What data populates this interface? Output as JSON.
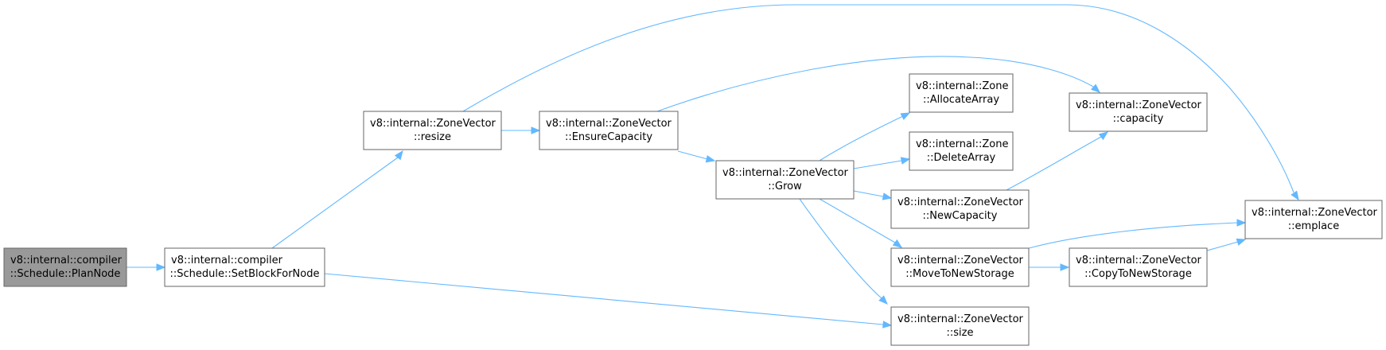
{
  "colors": {
    "edge": "#63b8ff",
    "node_border": "#666666",
    "root_fill": "#999999",
    "node_fill": "#ffffff"
  },
  "nodes": [
    {
      "id": "plannode",
      "lines": [
        "v8::internal::compiler",
        "::Schedule::PlanNode"
      ],
      "root": true
    },
    {
      "id": "setblock",
      "lines": [
        "v8::internal::compiler",
        "::Schedule::SetBlockForNode"
      ]
    },
    {
      "id": "resize",
      "lines": [
        "v8::internal::ZoneVector",
        "::resize"
      ]
    },
    {
      "id": "ensurecap",
      "lines": [
        "v8::internal::ZoneVector",
        "::EnsureCapacity"
      ]
    },
    {
      "id": "grow",
      "lines": [
        "v8::internal::ZoneVector",
        "::Grow"
      ]
    },
    {
      "id": "allocarray",
      "lines": [
        "v8::internal::Zone",
        "::AllocateArray"
      ]
    },
    {
      "id": "delarray",
      "lines": [
        "v8::internal::Zone",
        "::DeleteArray"
      ]
    },
    {
      "id": "newcap",
      "lines": [
        "v8::internal::ZoneVector",
        "::NewCapacity"
      ]
    },
    {
      "id": "movetonew",
      "lines": [
        "v8::internal::ZoneVector",
        "::MoveToNewStorage"
      ]
    },
    {
      "id": "size",
      "lines": [
        "v8::internal::ZoneVector",
        "::size"
      ]
    },
    {
      "id": "capacity",
      "lines": [
        "v8::internal::ZoneVector",
        "::capacity"
      ]
    },
    {
      "id": "copytonew",
      "lines": [
        "v8::internal::ZoneVector",
        "::CopyToNewStorage"
      ]
    },
    {
      "id": "emplace",
      "lines": [
        "v8::internal::ZoneVector",
        "::emplace"
      ]
    }
  ],
  "edges": [
    {
      "from": "plannode",
      "to": "setblock"
    },
    {
      "from": "setblock",
      "to": "resize"
    },
    {
      "from": "setblock",
      "to": "size"
    },
    {
      "from": "resize",
      "to": "ensurecap"
    },
    {
      "from": "resize",
      "to": "emplace"
    },
    {
      "from": "ensurecap",
      "to": "grow"
    },
    {
      "from": "ensurecap",
      "to": "capacity"
    },
    {
      "from": "grow",
      "to": "allocarray"
    },
    {
      "from": "grow",
      "to": "delarray"
    },
    {
      "from": "grow",
      "to": "newcap"
    },
    {
      "from": "grow",
      "to": "movetonew"
    },
    {
      "from": "grow",
      "to": "size"
    },
    {
      "from": "newcap",
      "to": "capacity"
    },
    {
      "from": "movetonew",
      "to": "copytonew"
    },
    {
      "from": "movetonew",
      "to": "emplace"
    },
    {
      "from": "copytonew",
      "to": "emplace"
    }
  ]
}
